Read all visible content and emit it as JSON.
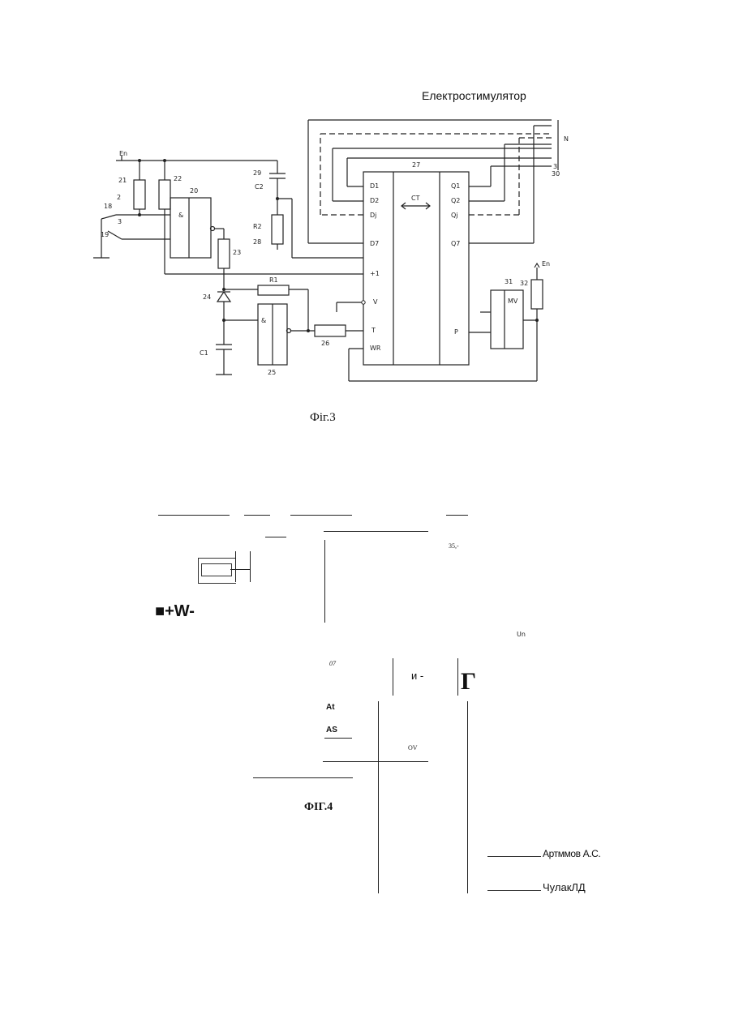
{
  "header": {
    "title": "Електростимулятор"
  },
  "fig3": {
    "caption": "Фiг.3",
    "labels": {
      "en_top": "En",
      "n21": "21",
      "n22": "22",
      "n20": "20",
      "n2": "2",
      "n18": "18",
      "n3": "3",
      "n19": "19",
      "amp": "&",
      "n29": "29",
      "c2": "C2",
      "r2": "R2",
      "n28": "28",
      "n23": "23",
      "n24": "24",
      "r1": "R1",
      "c1": "C1",
      "n25": "25",
      "n26": "26",
      "n27": "27",
      "d1": "D1",
      "d2": "D2",
      "dj": "Dj",
      "d7": "D7",
      "q1": "Q1",
      "q2": "Q2",
      "qj": "Qj",
      "q7": "Q7",
      "ct": "CT",
      "plus1": "+1",
      "v": "V",
      "t": "T",
      "wr": "WR",
      "p": "P",
      "n31": "31",
      "n32": "32",
      "mv": "MV",
      "en_right": "En",
      "n_bus": "N",
      "n3_bus": "3",
      "n30": "30"
    }
  },
  "fig4": {
    "caption": "ФІГ.4",
    "labels": {
      "l35": "35,-",
      "plusw": "■+W-",
      "un": "Un",
      "l07": "07",
      "i_dash": "и  -",
      "gamma": "Г",
      "at": "At",
      "as": "AS",
      "ov": "OV"
    }
  },
  "signatures": [
    {
      "name": "Артммов А.С."
    },
    {
      "name": "ЧулакЛД"
    }
  ]
}
